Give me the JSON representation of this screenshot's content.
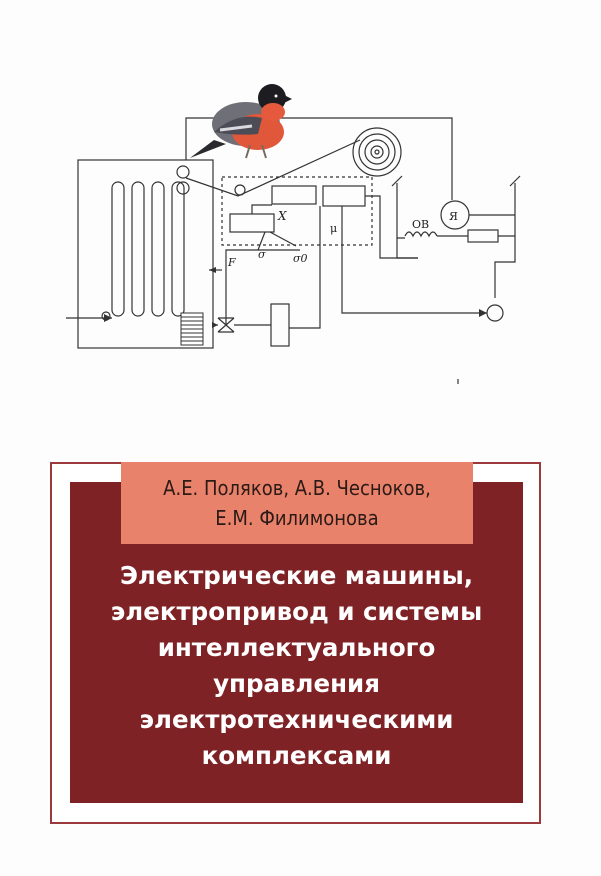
{
  "cover": {
    "authors": [
      "А.Е. Поляков, А.В. Чесноков,",
      "Е.М. Филимонова"
    ],
    "title_lines": [
      "Электрические машины,",
      "электропривод и системы",
      "интеллектуального",
      "управления",
      "электротехническими",
      "комплексами"
    ]
  },
  "diagram": {
    "labels": {
      "x": "X",
      "mu": "μ",
      "sigma": "σ",
      "sigma0": "σ0",
      "f": "F",
      "ov": "ОВ",
      "ya": "Я"
    }
  },
  "colors": {
    "panel": "#7e2226",
    "authors_box": "#e9826b",
    "frame": "#9a3a3c"
  }
}
